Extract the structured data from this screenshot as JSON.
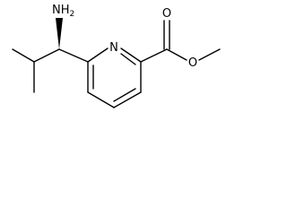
{
  "molecule": {
    "atoms": {
      "amine": {
        "symbol": "NH",
        "subscript": "2"
      },
      "ring_nitrogen": {
        "symbol": "N"
      },
      "carbonyl_oxygen": {
        "symbol": "O"
      },
      "ester_oxygen": {
        "symbol": "O"
      }
    },
    "stereo": {
      "amine_bond": "wedge"
    }
  }
}
